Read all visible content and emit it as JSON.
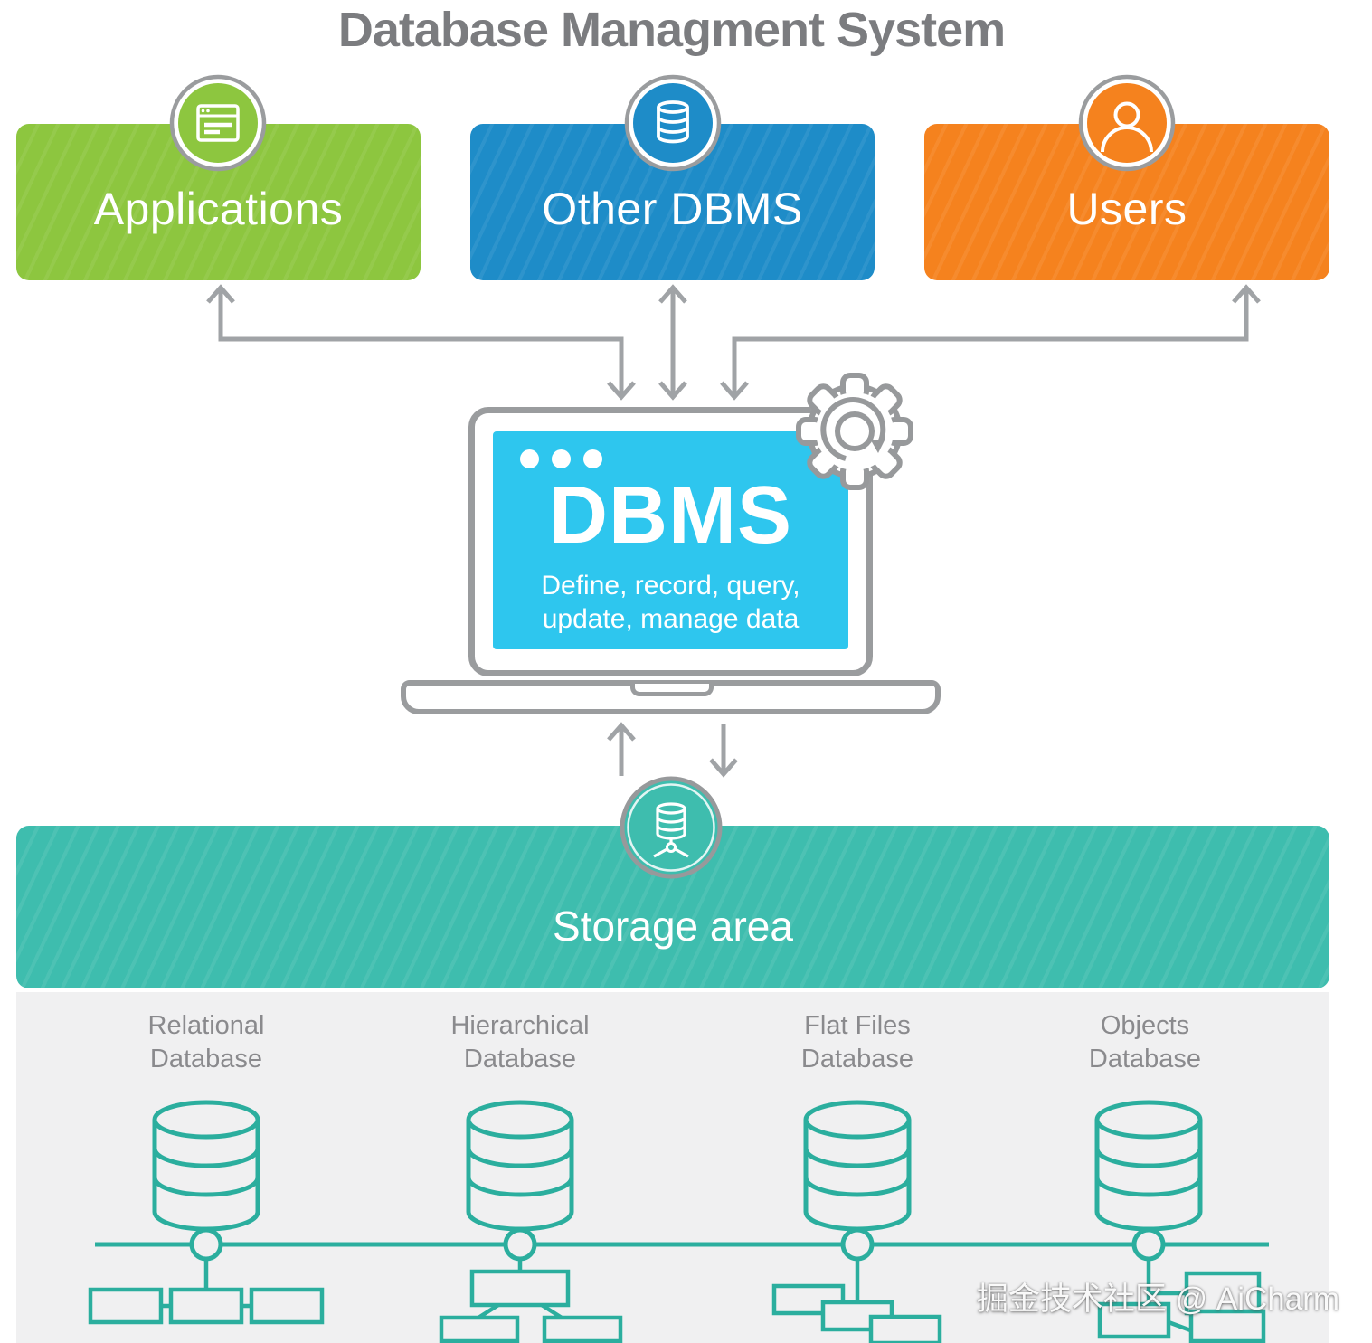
{
  "title": "Database Managment System",
  "top_boxes": [
    {
      "label": "Applications",
      "icon": "browser-window-icon",
      "color": "#8DC63F"
    },
    {
      "label": "Other DBMS",
      "icon": "database-icon",
      "color": "#1E8CC8"
    },
    {
      "label": "Users",
      "icon": "user-icon",
      "color": "#F5821E"
    }
  ],
  "dbms": {
    "title": "DBMS",
    "subtitle_line1": "Define, record, query,",
    "subtitle_line2": "update, manage data",
    "screen_color": "#2EC6EE"
  },
  "storage": {
    "label": "Storage area",
    "color": "#3EBDAE"
  },
  "databases": [
    {
      "label_line1": "Relational",
      "label_line2": "Database"
    },
    {
      "label_line1": "Hierarchical",
      "label_line2": "Database"
    },
    {
      "label_line1": "Flat Files",
      "label_line2": "Database"
    },
    {
      "label_line1": "Objects",
      "label_line2": "Database"
    }
  ],
  "watermark": "掘金技术社区 @ AiCharm",
  "colors": {
    "connector_gray": "#A0A3A6",
    "diagram_teal": "#2BAE9E",
    "title_gray": "#7B7C7F",
    "label_gray": "#8A8A8D",
    "panel_bg": "#F0F0F1"
  }
}
